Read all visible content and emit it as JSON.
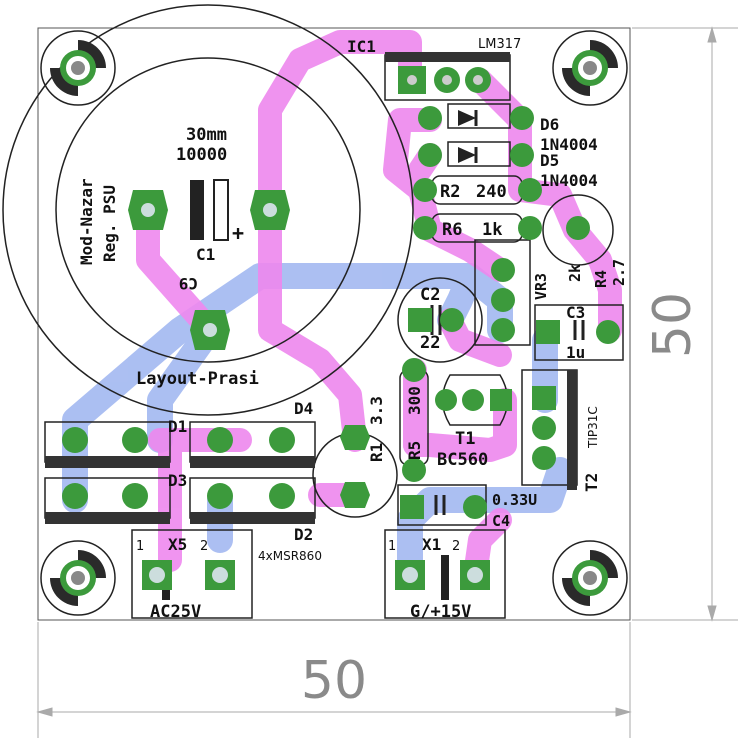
{
  "title": "Mod-Nazar Reg. PSU",
  "title_line1": "Mod-Nazar",
  "title_line2": "Reg. PSU",
  "caption": "Layout-Prasi",
  "cap_spec_line1": "30mm",
  "cap_spec_line2": "10000",
  "dimensions": {
    "width": "50",
    "height": "50"
  },
  "components": {
    "ic1": {
      "ref": "IC1",
      "value": "LM317"
    },
    "d6": {
      "ref": "D6",
      "value": "1N4004"
    },
    "d5": {
      "ref": "D5",
      "value": "1N4004"
    },
    "r2": {
      "ref": "R2",
      "value": "240"
    },
    "r6": {
      "ref": "R6",
      "value": "1k"
    },
    "vr3": {
      "ref": "VR3",
      "value": "2k"
    },
    "r4": {
      "ref": "R4",
      "value": "2.7"
    },
    "c1": {
      "ref": "C1",
      "mirror": "C9"
    },
    "c2": {
      "ref": "C2",
      "value": "22"
    },
    "c3": {
      "ref": "C3",
      "value": "1u"
    },
    "r1": {
      "ref": "R1",
      "value": "3.3"
    },
    "r5": {
      "ref": "R5",
      "value": "300"
    },
    "t1": {
      "ref": "T1",
      "value": "BC560"
    },
    "t2": {
      "ref": "T2",
      "value": "TIP31C"
    },
    "c4": {
      "ref": "C4",
      "value": "0.33U"
    },
    "d1": {
      "ref": "D1"
    },
    "d2": {
      "ref": "D2"
    },
    "d3": {
      "ref": "D3"
    },
    "d4": {
      "ref": "D4"
    },
    "bridge": {
      "value": "4xMSR860"
    },
    "x5": {
      "ref": "X5",
      "label": "AC25V",
      "pin1": "1",
      "pin2": "2"
    },
    "x1": {
      "ref": "X1",
      "label": "G/+15V",
      "pin1": "1",
      "pin2": "2"
    }
  },
  "colors": {
    "top_copper": "#ee88ee",
    "bottom_copper": "#9db4f0",
    "pad": "#3c9a3c",
    "pad_square": "#3c9a3c",
    "mount_fill": "#2a2a2a"
  }
}
